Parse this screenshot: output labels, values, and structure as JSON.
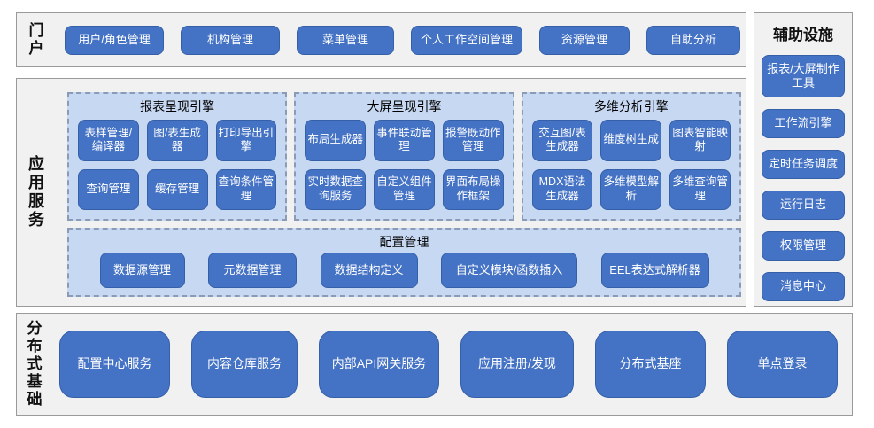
{
  "portal": {
    "label": "门户",
    "items": [
      "用户/角色管理",
      "机构管理",
      "菜单管理",
      "个人工作空间管理",
      "资源管理",
      "自助分析"
    ]
  },
  "app_services": {
    "label": "应用服务",
    "groups": [
      {
        "title": "报表呈现引擎",
        "items": [
          "表样管理/编译器",
          "图/表生成器",
          "打印导出引擎",
          "查询管理",
          "缓存管理",
          "查询条件管理"
        ]
      },
      {
        "title": "大屏呈现引擎",
        "items": [
          "布局生成器",
          "事件联动管理",
          "报警既动作管理",
          "实时数据查询服务",
          "自定义组件管理",
          "界面布局操作框架"
        ]
      },
      {
        "title": "多维分析引擎",
        "items": [
          "交互图/表生成器",
          "维度树生成",
          "图表智能映射",
          "MDX语法生成器",
          "多维模型解析",
          "多维查询管理"
        ]
      }
    ],
    "config": {
      "title": "配置管理",
      "items": [
        "数据源管理",
        "元数据管理",
        "数据结构定义",
        "自定义模块/函数插入",
        "EEL表达式解析器"
      ]
    }
  },
  "auxiliary": {
    "label": "辅助设施",
    "items": [
      "报表/大屏制作工具",
      "工作流引擎",
      "定时任务调度",
      "运行日志",
      "权限管理",
      "消息中心"
    ]
  },
  "distributed": {
    "label": "分布式基础",
    "items": [
      "配置中心服务",
      "内容仓库服务",
      "内部API网关服务",
      "应用注册/发现",
      "分布式基座",
      "单点登录"
    ]
  },
  "colors": {
    "node_blue": "#4472c4",
    "node_border": "#3560a8",
    "group_fill": "#c7d8f2",
    "group_border": "#8c9bb5",
    "section_fill": "#f1f1f1",
    "section_border": "#9a9a9a"
  }
}
